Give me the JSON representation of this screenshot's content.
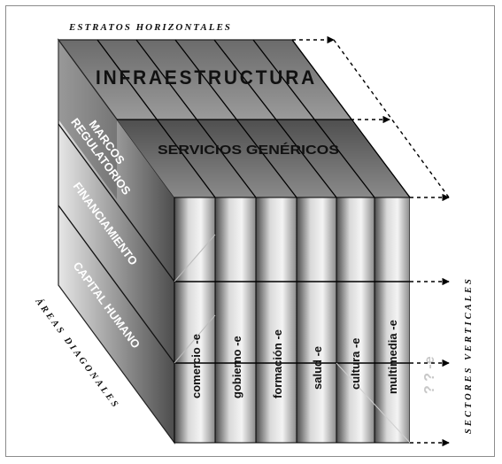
{
  "top_label": "ESTRATOS HORIZONTALES",
  "right_label": "SECTORES VERTICALES",
  "left_label": "ÁREAS DIAGONALES",
  "horizontal_strata": [
    "INFRAESTRUCTURA",
    "SERVICIOS GENÉRICOS"
  ],
  "diagonal_areas": [
    "MARCOS REGULATORIOS",
    "FINANCIAMIENTO",
    "CAPITAL HUMANO"
  ],
  "vertical_sectors": [
    "comercio -e",
    "gobierno -e",
    "formación -e",
    "salud -e",
    "cultura -e",
    "multimedia -e"
  ],
  "extra_sector": "? ? -e"
}
